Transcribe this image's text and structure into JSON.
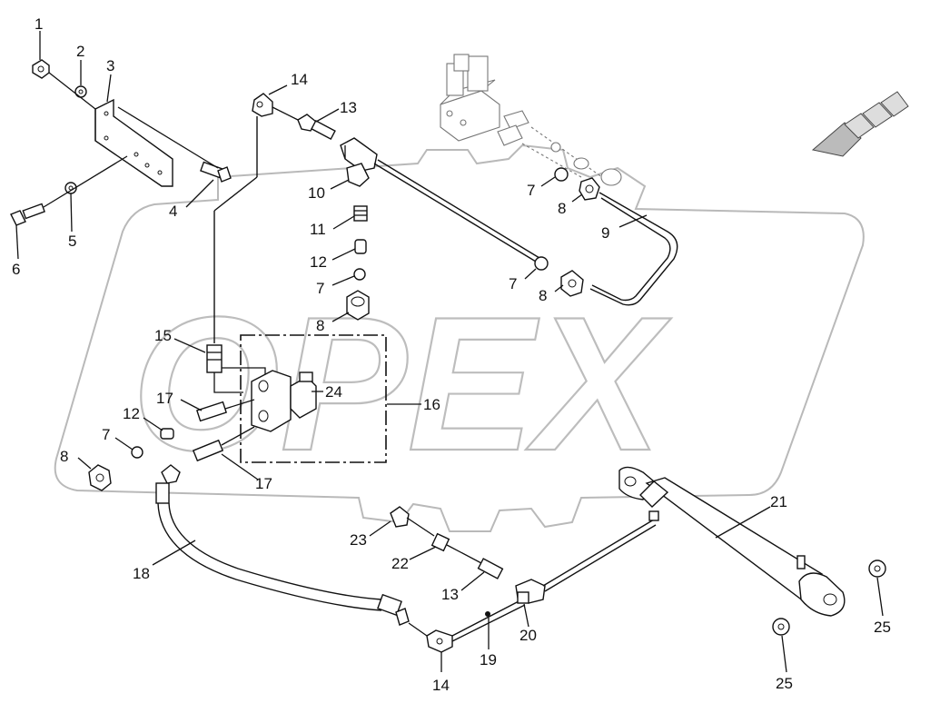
{
  "watermark": {
    "text": "OPEX"
  },
  "callouts": {
    "c1": "1",
    "c2": "2",
    "c3": "3",
    "c4": "4",
    "c5": "5",
    "c6": "6",
    "c7a": "7",
    "c7b": "7",
    "c7c": "7",
    "c7d": "7",
    "c8a": "8",
    "c8b": "8",
    "c8c": "8",
    "c8d": "8",
    "c9": "9",
    "c10": "10",
    "c11": "11",
    "c12a": "12",
    "c12b": "12",
    "c13a": "13",
    "c13b": "13",
    "c14a": "14",
    "c14b": "14",
    "c15": "15",
    "c16": "16",
    "c17a": "17",
    "c17b": "17",
    "c18": "18",
    "c19": "19",
    "c20": "20",
    "c21": "21",
    "c22": "22",
    "c23": "23",
    "c24": "24",
    "c25a": "25",
    "c25b": "25"
  },
  "colors": {
    "line": "#111111",
    "watermark": "#bdbdbd",
    "ghost": "#777777"
  }
}
